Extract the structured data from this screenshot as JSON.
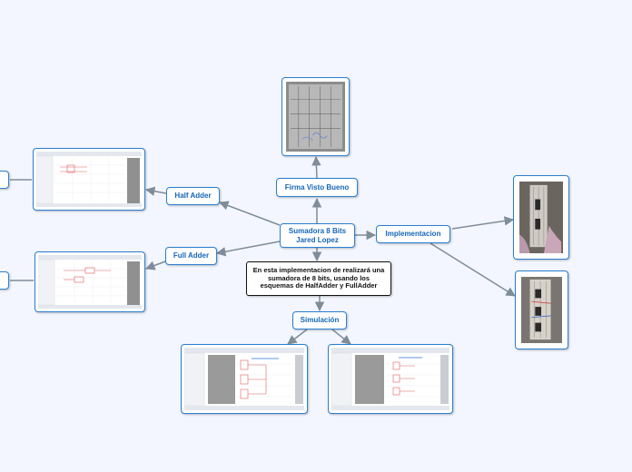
{
  "central": {
    "line1": "Sumadora 8 Bits",
    "line2": "Jared Lopez"
  },
  "nodes": {
    "firma": "Firma Visto Bueno",
    "half_adder": "Half Adder",
    "full_adder": "Full Adder",
    "implementacion": "Implementacion",
    "simulacion": "Simulación",
    "description": "En esta implementacion de realizará una sumadora de 8 bits, usando los esquemas de HalfAdder y FullAdder"
  },
  "images": {
    "firma": "signed-paper-photo",
    "half_adder": "half-adder-schematic-screenshot",
    "full_adder": "full-adder-schematic-screenshot",
    "impl_1": "breadboard-photo",
    "impl_2": "breadboard-photo",
    "sim_1": "simulation-waveform-screenshot",
    "sim_2": "simulation-waveform-screenshot"
  },
  "colors": {
    "background": "#f3f6fe",
    "node_border": "#2b7fd0",
    "node_text": "#1566b8",
    "connector": "#7f8c9a"
  }
}
